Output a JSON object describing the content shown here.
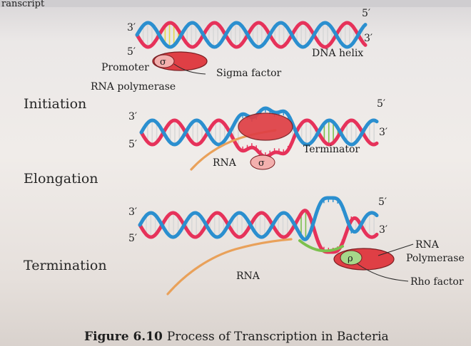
{
  "header_fragment": "ranscript",
  "stages": {
    "initiation": "Initiation",
    "elongation": "Elongation",
    "termination": "Termination"
  },
  "ends": {
    "three": "3′",
    "five": "5′"
  },
  "labels": {
    "dna_helix": "DNA helix",
    "promoter": "Promoter",
    "sigma_factor": "Sigma factor",
    "rna_polymerase": "RNA polymerase",
    "terminator": "Terminator",
    "rna": "RNA",
    "rna_polymerase_line1": "RNA",
    "rna_polymerase_line2": "Polymerase",
    "rho_factor": "Rho factor"
  },
  "symbols": {
    "sigma": "σ",
    "rho": "ρ"
  },
  "caption": {
    "figure": "Figure 6.10",
    "text": "Process of Transcription in Bacteria"
  },
  "colors": {
    "dna_blue": "#2b8fcf",
    "dna_red": "#e6325a",
    "promoter_yellow": "#e3d84a",
    "terminator_green": "#7cc04e",
    "rna_orange": "#e9a15a",
    "polymerase_red": "#df3f45",
    "sigma_pink": "#f3b0ae",
    "rho_green": "#a6d88a"
  }
}
